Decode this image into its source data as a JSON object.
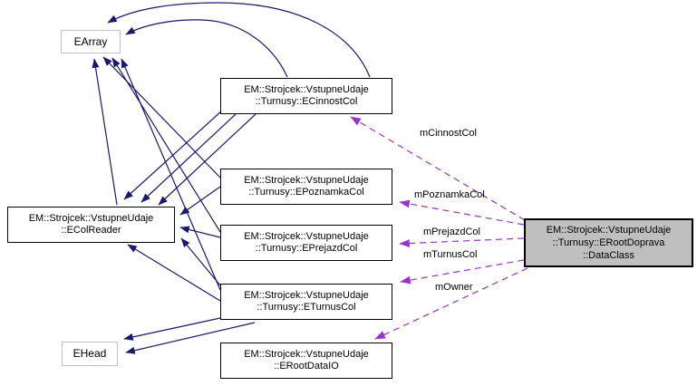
{
  "diagram": {
    "type": "doxygen-collaboration-graph",
    "colors": {
      "inheritance_edge": "#191970",
      "usage_edge": "#9a32cd",
      "node_fill": "#ffffff",
      "node_border": "#000000",
      "external_node_border": "#c3c3c3",
      "focus_node_fill": "#bfbfbf",
      "background": "#ffffff"
    },
    "nodes": {
      "earray": {
        "label": "EArray"
      },
      "ehead": {
        "label": "EHead"
      },
      "ecolreader": {
        "line1": "EM::Strojcek::VstupneUdaje",
        "line2": "::EColReader"
      },
      "ecinnostcol": {
        "line1": "EM::Strojcek::VstupneUdaje",
        "line2": "::Turnusy::ECinnostCol"
      },
      "epoznamkacol": {
        "line1": "EM::Strojcek::VstupneUdaje",
        "line2": "::Turnusy::EPoznamkaCol"
      },
      "eprejazdcol": {
        "line1": "EM::Strojcek::VstupneUdaje",
        "line2": "::Turnusy::EPrejazdCol"
      },
      "eturnuscol": {
        "line1": "EM::Strojcek::VstupneUdaje",
        "line2": "::Turnusy::ETurnusCol"
      },
      "erootdataio": {
        "line1": "EM::Strojcek::VstupneUdaje",
        "line2": "::ERootDataIO"
      },
      "dataclass": {
        "line1": "EM::Strojcek::VstupneUdaje",
        "line2": "::Turnusy::ERootDoprava",
        "line3": "::DataClass"
      }
    },
    "edge_labels": {
      "mCinnostCol": "mCinnostCol",
      "mPoznamkaCol": "mPoznamkaCol",
      "mPrejazdCol": "mPrejazdCol",
      "mTurnusCol": "mTurnusCol",
      "mOwner": "mOwner"
    }
  }
}
